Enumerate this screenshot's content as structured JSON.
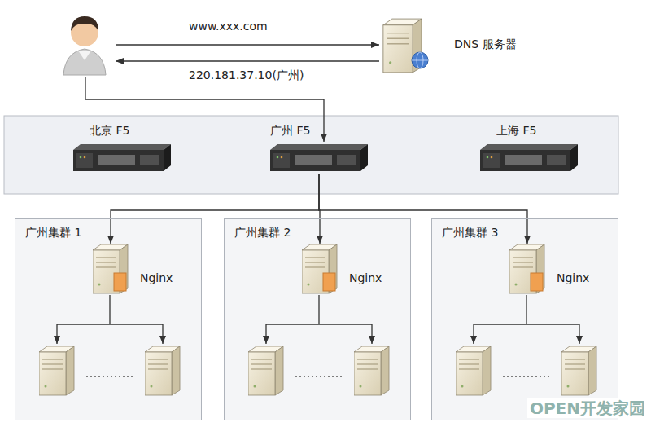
{
  "diagram": {
    "nodes": [
      {
        "text": [
          "DNS 服务器"
        ]
      },
      {
        "text": [
          "北京 F5"
        ]
      },
      {
        "text": [
          "广州 F5"
        ]
      },
      {
        "text": [
          "上海 F5"
        ]
      },
      {
        "text": [
          "广州集群 1"
        ]
      },
      {
        "text": [
          "Nginx"
        ],
        "in": 4
      },
      {
        "text": [
          "广州集群 2"
        ]
      },
      {
        "text": [
          "Nginx"
        ],
        "in": 6
      },
      {
        "text": [
          "广州集群 3"
        ]
      },
      {
        "text": [
          "Nginx"
        ],
        "in": 8
      }
    ],
    "edges": [
      {
        "from": 2,
        "to": 5,
        "arrow": "to"
      },
      {
        "from": 2,
        "to": 7,
        "arrow": "to"
      },
      {
        "from": 2,
        "to": 9,
        "arrow": "to"
      }
    ],
    "labels": [
      "www.xxx.com",
      "220.181.37.10(广州)",
      "OPEN开发家园"
    ]
  }
}
